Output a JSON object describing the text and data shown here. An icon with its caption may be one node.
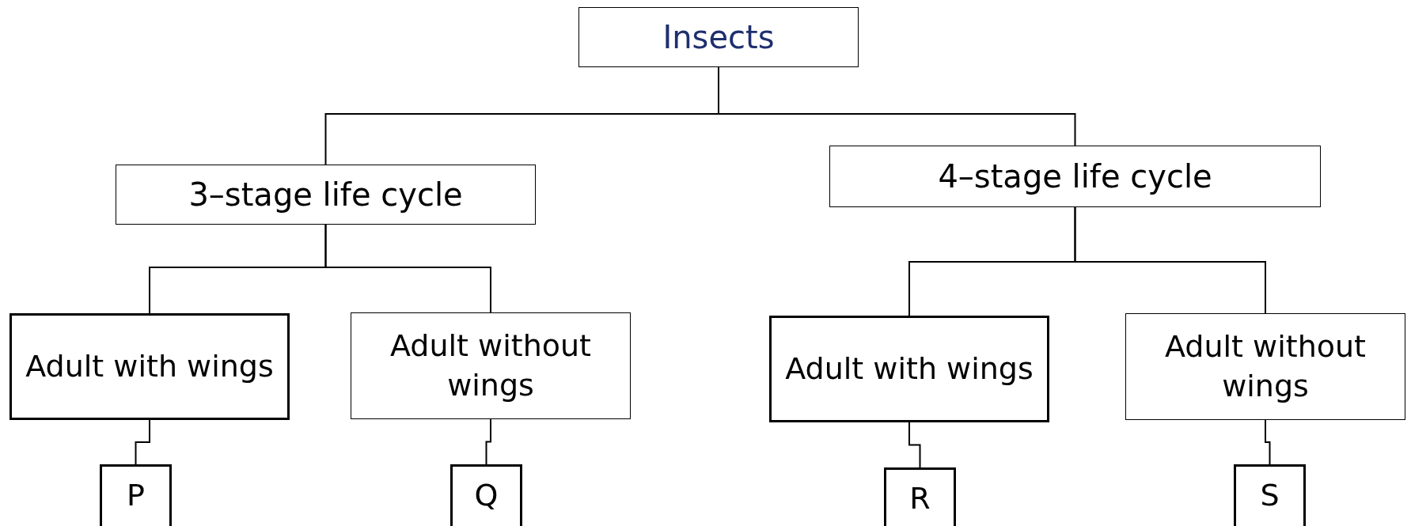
{
  "diagram": {
    "nodes": [
      {
        "text": [
          "Insects"
        ]
      },
      {
        "text": [
          "3–stage life cycle"
        ]
      },
      {
        "text": [
          "4–stage life cycle"
        ]
      },
      {
        "text": [
          "Adult with wings"
        ]
      },
      {
        "text": [
          "Adult without wings"
        ]
      },
      {
        "text": [
          "Adult with wings"
        ]
      },
      {
        "text": [
          "Adult without wings"
        ]
      },
      {
        "text": [
          "P"
        ]
      },
      {
        "text": [
          "Q"
        ]
      },
      {
        "text": [
          "R"
        ]
      },
      {
        "text": [
          "S"
        ]
      }
    ],
    "edges": [
      {
        "from": 0,
        "to": 1,
        "arrow": "none"
      },
      {
        "from": 0,
        "to": 2,
        "arrow": "none"
      },
      {
        "from": 1,
        "to": 3,
        "arrow": "none"
      },
      {
        "from": 1,
        "to": 4,
        "arrow": "none"
      },
      {
        "from": 2,
        "to": 5,
        "arrow": "none"
      },
      {
        "from": 2,
        "to": 6,
        "arrow": "none"
      },
      {
        "from": 3,
        "to": 7,
        "arrow": "none"
      },
      {
        "from": 4,
        "to": 8,
        "arrow": "none"
      },
      {
        "from": 5,
        "to": 9,
        "arrow": "none"
      },
      {
        "from": 6,
        "to": 10,
        "arrow": "none"
      }
    ]
  }
}
